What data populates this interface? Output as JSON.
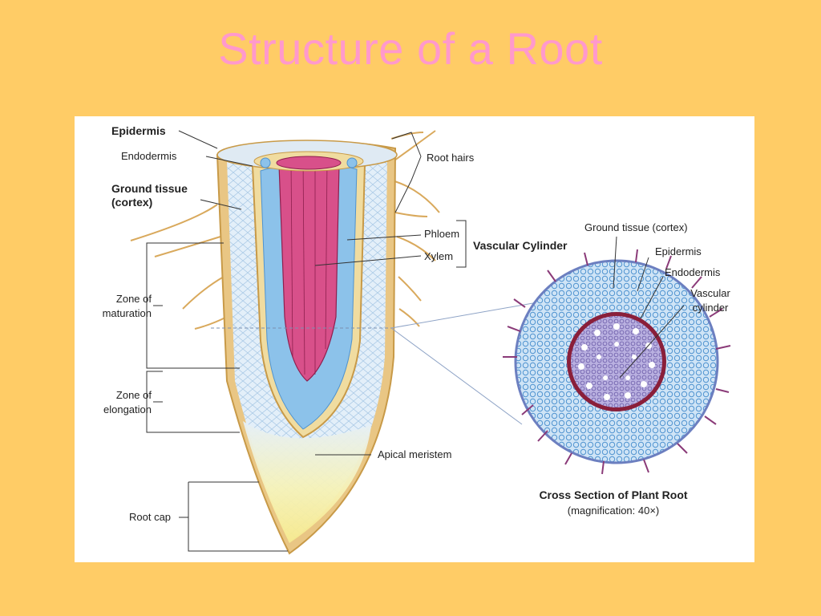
{
  "title": "Structure of a Root",
  "longitudinal_labels": {
    "epidermis": "Epidermis",
    "endodermis": "Endodermis",
    "ground_tissue": "Ground tissue",
    "ground_tissue_sub": "(cortex)",
    "root_hairs": "Root hairs",
    "phloem": "Phloem",
    "xylem": "Xylem",
    "vascular_cylinder": "Vascular Cylinder",
    "zone_maturation_1": "Zone of",
    "zone_maturation_2": "maturation",
    "zone_elongation_1": "Zone of",
    "zone_elongation_2": "elongation",
    "apical_meristem": "Apical meristem",
    "root_cap": "Root cap"
  },
  "cross_section_labels": {
    "ground_tissue": "Ground tissue (cortex)",
    "epidermis": "Epidermis",
    "endodermis": "Endodermis",
    "vascular_1": "Vascular",
    "vascular_2": "cylinder",
    "caption": "Cross Section of Plant Root",
    "magnification": "(magnification: 40×)"
  },
  "colors": {
    "background": "#FFCC66",
    "title": "#FF99CC",
    "cortex": "#dcebf7",
    "vascular_blue": "#7fb8e6",
    "xylem_pink": "#d4477f",
    "epidermis_tan": "#e8c27a",
    "root_cap_yellow": "#f8ef9a",
    "endodermis_ring": "#8a1f3a",
    "stele_purple": "#8f7fc4"
  }
}
